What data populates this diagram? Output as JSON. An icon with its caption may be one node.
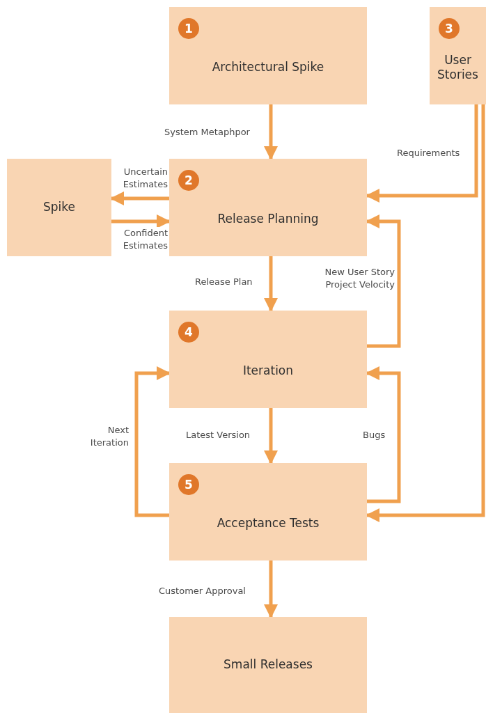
{
  "diagram": {
    "nodes": [
      {
        "text": [
          "1",
          "Architectural Spike"
        ]
      },
      {
        "text": [
          "3",
          "User Stories"
        ]
      },
      {
        "text": [
          "Spike"
        ]
      },
      {
        "text": [
          "2",
          "Release Planning"
        ]
      },
      {
        "text": [
          "4",
          "Iteration"
        ]
      },
      {
        "text": [
          "5",
          "Acceptance Tests"
        ]
      },
      {
        "text": [
          "Small Releases"
        ]
      }
    ],
    "edges": [
      {
        "from": 0,
        "to": 3,
        "arrow": "to",
        "label": "System Metaphpor"
      },
      {
        "from": 1,
        "to": 3,
        "arrow": "to",
        "label": "Requirements"
      },
      {
        "from": 3,
        "to": 2,
        "arrow": "to",
        "label": "Uncertain Estimates"
      },
      {
        "from": 2,
        "to": 3,
        "arrow": "to",
        "label": "Confident Estimates"
      },
      {
        "from": 3,
        "to": 4,
        "arrow": "to",
        "label": "Release Plan"
      },
      {
        "from": 4,
        "to": 3,
        "arrow": "to",
        "label": "New User Story Project Velocity"
      },
      {
        "from": 4,
        "to": 5,
        "arrow": "to",
        "label": "Latest Version"
      },
      {
        "from": 5,
        "to": 4,
        "arrow": "to",
        "label": "Bugs"
      },
      {
        "from": 5,
        "to": 4,
        "arrow": "to",
        "label": "Next Iteration"
      },
      {
        "from": 1,
        "to": 5,
        "arrow": "to"
      },
      {
        "from": 5,
        "to": 6,
        "arrow": "to",
        "label": "Customer Approval"
      }
    ]
  }
}
